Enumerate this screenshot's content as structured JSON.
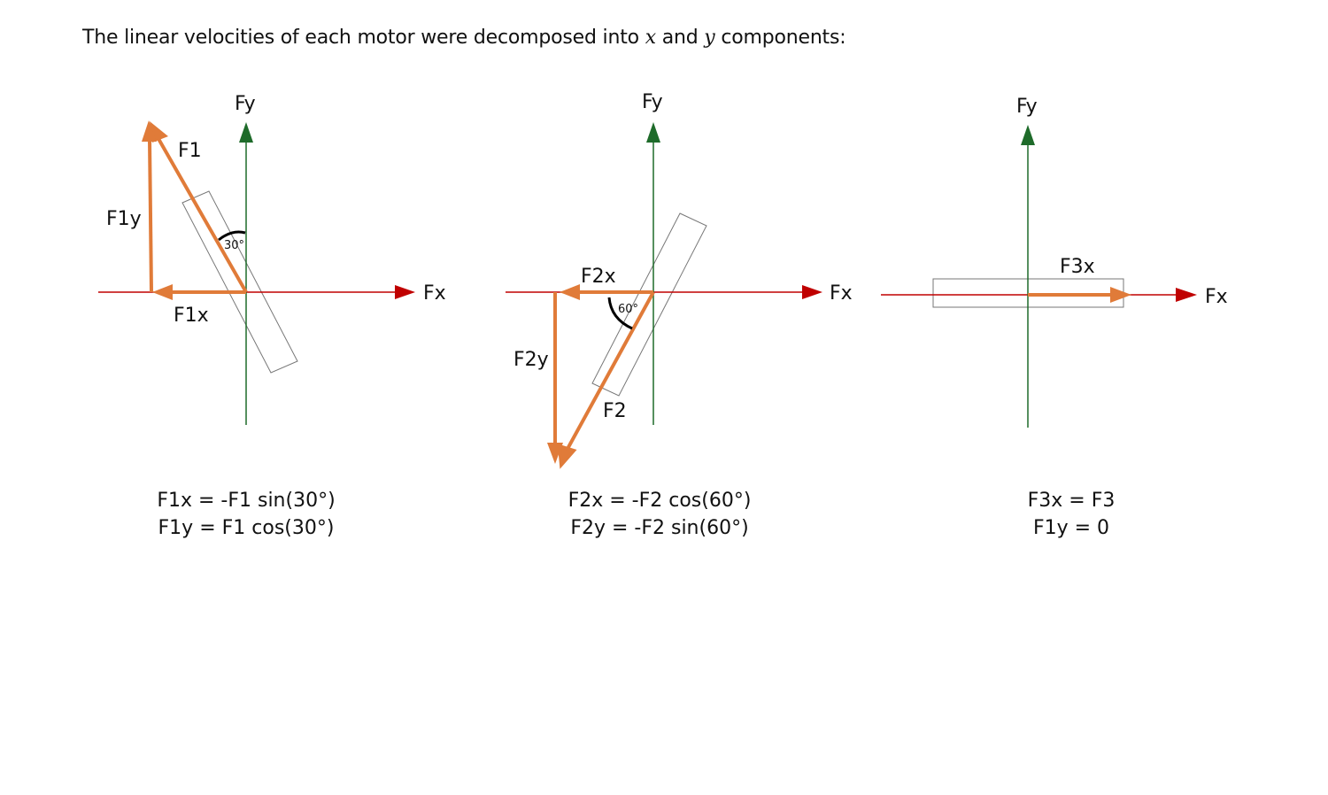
{
  "intro": {
    "before": "The linear velocities of each motor were decomposed into ",
    "var_x": "x",
    "and": " and ",
    "var_y": "y",
    "after": " components:"
  },
  "colors": {
    "x_axis": "#c00000",
    "y_axis": "#1e6b2a",
    "vector": "#e07b39",
    "motor_outline": "#777777",
    "angle_arc": "#000000"
  },
  "diagrams": [
    {
      "axis_x_label": "Fx",
      "axis_y_label": "Fy",
      "vector_label": "F1",
      "x_component_label": "F1x",
      "y_component_label": "F1y",
      "angle_label": "30°",
      "equations": [
        "F1x = -F1 sin(30°)",
        "F1y = F1 cos(30°)"
      ]
    },
    {
      "axis_x_label": "Fx",
      "axis_y_label": "Fy",
      "vector_label": "F2",
      "x_component_label": "F2x",
      "y_component_label": "F2y",
      "angle_label": "60°",
      "equations": [
        "F2x = -F2 cos(60°)",
        "F2y = -F2 sin(60°)"
      ]
    },
    {
      "axis_x_label": "Fx",
      "axis_y_label": "Fy",
      "x_component_label": "F3x",
      "equations": [
        "F3x = F3",
        "F1y = 0"
      ]
    }
  ]
}
